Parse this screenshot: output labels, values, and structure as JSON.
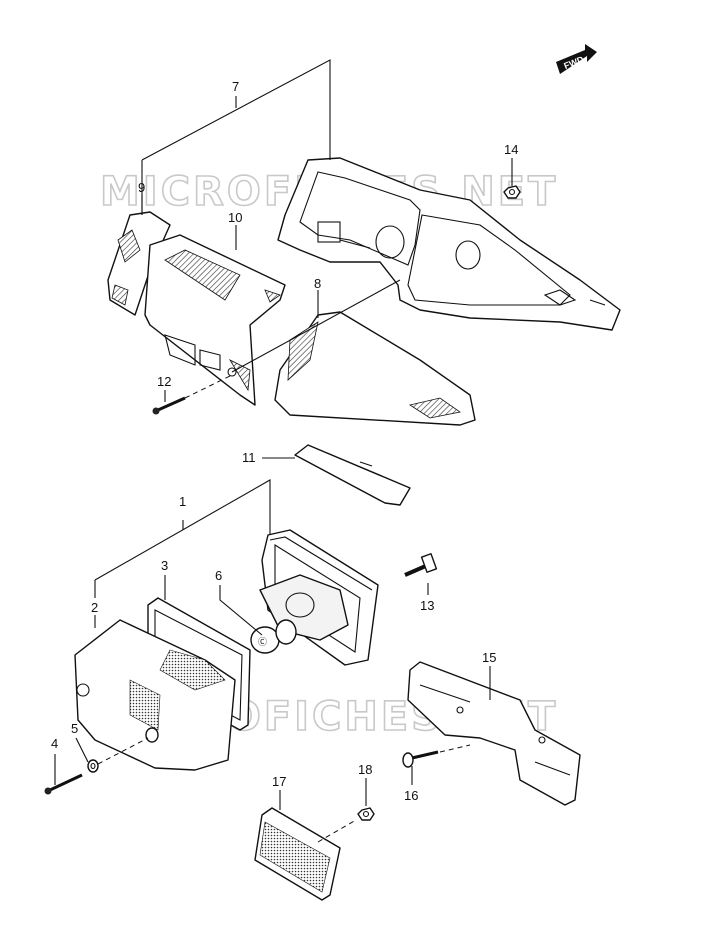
{
  "watermark": {
    "text": "MICROFICHES.NET"
  },
  "fwd_badge": {
    "text": "FWD"
  },
  "callouts": [
    "1",
    "2",
    "3",
    "4",
    "5",
    "6",
    "7",
    "8",
    "9",
    "10",
    "11",
    "12",
    "13",
    "14",
    "15",
    "16",
    "17",
    "18"
  ]
}
